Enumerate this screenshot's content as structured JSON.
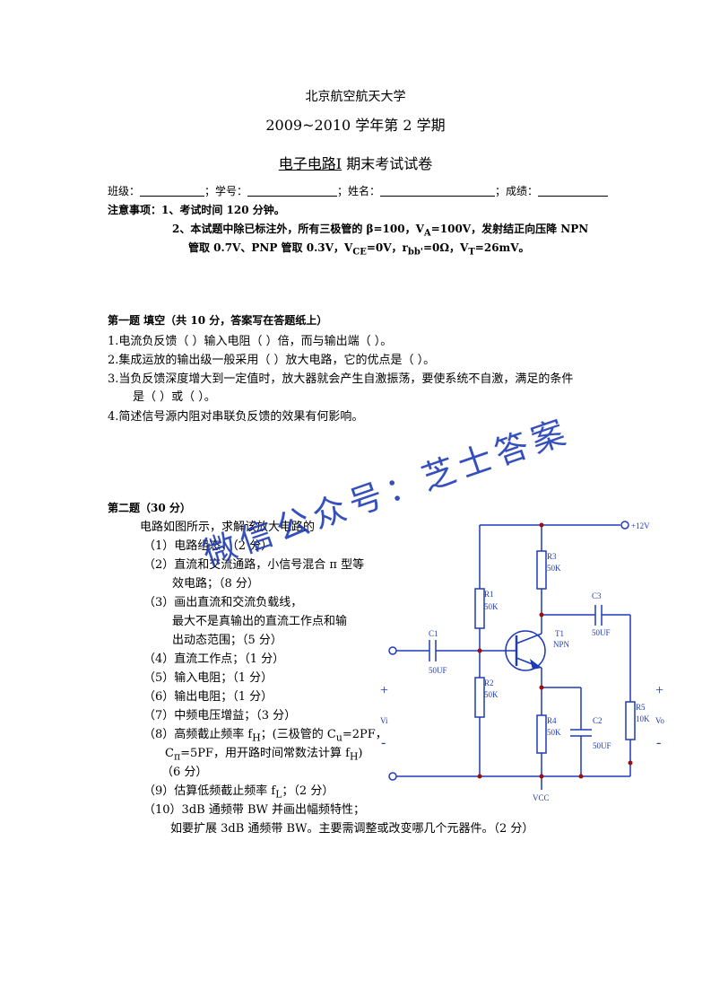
{
  "header": {
    "university": "北京航空航天大学",
    "term": "2009~2010 学年第  2  学期",
    "course": "电子电路Ⅰ",
    "exam_title": " 期末考试试卷"
  },
  "info_line": {
    "class_label": "班级：",
    "id_label": "；学号：",
    "name_label": "；姓名：",
    "score_label": "；成绩："
  },
  "notes": {
    "label": "注意事项：",
    "item1": "1、考试时间 120 分钟。",
    "item2_line1": "2、本试题中除已标注外，所有三极管的 β=100，V",
    "item2_sub_a": "A",
    "item2_line1b": "=100V，发射结正向压降 NPN",
    "item2_line2a": "管取 0.7V、PNP 管取 0.3V，V",
    "item2_sub_ce": "CE",
    "item2_line2b": "=0V，r",
    "item2_sub_bb": "bb'",
    "item2_line2c": "=0Ω，V",
    "item2_sub_t": "T",
    "item2_line2d": "=26mV。"
  },
  "q1": {
    "title": "第一题  填空（共 10 分，答案写在答题纸上）",
    "l1": "1.电流负反馈（          ）输入电阻（          ）倍，而与输出端（          ）。",
    "l2": "2.集成运放的输出级一般采用（          ）放大电路，它的优点是（          ）。",
    "l3": "3.当负反馈深度增大到一定值时，放大器就会产生自激振荡，要使系统不自激，满足的条件",
    "l3b": "是（          ）或（          ）。",
    "l4": "4.简述信号源内阻对串联负反馈的效果有何影响。"
  },
  "q2": {
    "title": "第二题（30 分）",
    "intro": "电路如图所示，求解该放大电路的",
    "i1": "（1）电路组态；（2 分）",
    "i2a": "（2）直流和交流通路，小信号混合 π 型等",
    "i2b": "效电路；（8 分）",
    "i3a": "（3）画出直流和交流负载线，",
    "i3b": "最大不是真输出的直流工作点和输",
    "i3c": "出动态范围；（5 分）",
    "i4": "（4）直流工作点；（1 分）",
    "i5": "（5）输入电阻；（1 分）",
    "i6": "（6）输出电阻；（1 分）",
    "i7": "（7）中频电压增益；（3 分）",
    "i8a_1": "（8）高频截止频率 f",
    "i8a_sub": "H",
    "i8a_2": "；(三极管的 C",
    "i8a_sub2": "u",
    "i8a_3": "=2PF，",
    "i8b_1": "C",
    "i8b_sub": "π",
    "i8b_2": "=5PF，用开路时间常数法计算  f",
    "i8b_sub2": "H",
    "i8b_3": ")",
    "i8c": "（6 分）",
    "i9_1": "（9）估算低频截止频率 f",
    "i9_sub": "L",
    "i9_2": "；（2 分）",
    "i10a": "（10）3dB 通频带 BW 并画出幅频特性；",
    "i10b": "如要扩展 3dB 通频带 BW。主要需调整或改变哪几个元器件。（2 分）"
  },
  "circuit": {
    "vcc_label": "+12V",
    "r1": "R1",
    "r1v": "50K",
    "r2": "R2",
    "r2v": "50K",
    "r3": "R3",
    "r3v": "50K",
    "r4": "R4",
    "r4v": "50K",
    "r5": "R5",
    "r5v": "10K",
    "c1": "C1",
    "c1v": "50UF",
    "c2": "C2",
    "c2v": "50UF",
    "c3": "C3",
    "c3v": "50UF",
    "t1": "T1",
    "t1type": "NPN",
    "vi": "Vi",
    "vo": "Vo",
    "plus": "+",
    "minus": "-",
    "gnd": "VCC",
    "color": "#1f3bb8",
    "node_color": "#9a1010"
  },
  "watermark": "微信公众号：芝士答案"
}
